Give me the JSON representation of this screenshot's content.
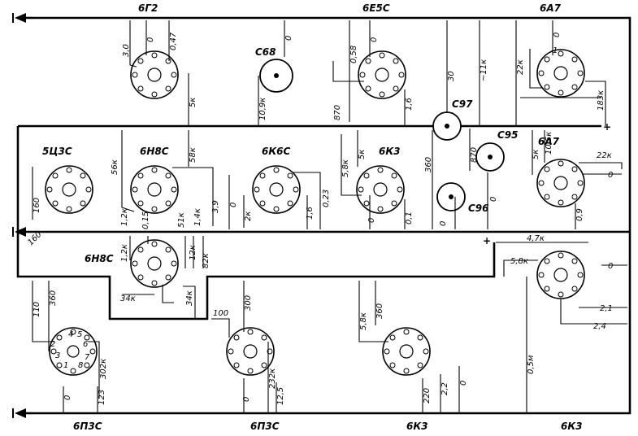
{
  "tube_types": {
    "t_6g2": "6Г2",
    "t_6e5s": "6Е5С",
    "t_6a7_top": "6А7",
    "t_5c3s": "5Ц3С",
    "t_6n8s_mid": "6Н8С",
    "t_6k6s": "6К6С",
    "t_6k3_mid": "6К3",
    "t_6a7_mid": "6А7",
    "t_6n8s_low": "6Н8С",
    "t_6p3s_left": "6П3С",
    "t_6p3s_mid": "6П3С",
    "t_6k3_bot": "6К3",
    "t_6k3_right": "6К3"
  },
  "capacitors": {
    "c68": "C68",
    "c97": "C97",
    "c95": "C95",
    "c96": "C96"
  },
  "polarity": {
    "plus_top": "+",
    "plus_mid": "+"
  },
  "values": {
    "v1": "3,0",
    "v2": "0",
    "v3": "0,47",
    "v4": "5к",
    "v5": "0",
    "v6": "10,9к",
    "v7": "0,58",
    "v8": "0",
    "v9": "1,6",
    "v10": "30",
    "v11": "~11к",
    "v12": "22к",
    "v13": "0",
    "v14": "183к",
    "v15": "870",
    "v16": "5,8к",
    "v17": "5к",
    "v18": "360",
    "v19": "870",
    "v20": "5к",
    "v21": "10,5к",
    "v22": "22к",
    "v23": "0",
    "v24": "0,9",
    "v25": "0",
    "v26": "0",
    "v27": "0,1",
    "v28": "1,6",
    "v29": "0,23",
    "v30": "2к",
    "v31": "0",
    "v32": "160",
    "v33": "160",
    "v34": "56к",
    "v35": "58к",
    "v36": "1,2к",
    "v37": "0,15",
    "v38": "51к",
    "v39": "1,4к",
    "v40": "3,9",
    "v41": "1,2к",
    "v42": "12к",
    "v43": "82к",
    "v44": "34к",
    "v45": "34к",
    "v46": "4,7к",
    "v47": "5,8к",
    "v48": "0",
    "v49": "2,1",
    "v50": "2,4",
    "v51": "0,5м",
    "v52": "110",
    "v53": "360",
    "v54": "302к",
    "v55": "0",
    "v56": "123",
    "v57": "100",
    "v58": "300",
    "v59": "232к",
    "v60": "0",
    "v61": "12,5",
    "v62": "5,8к",
    "v63": "360",
    "v64": "220",
    "v65": "2,2",
    "v66": "0",
    "v67": "0"
  },
  "pin_numbers": [
    "2",
    "3",
    "4",
    "5",
    "6",
    "7",
    "1",
    "8"
  ],
  "pin_one_6a7": "1"
}
